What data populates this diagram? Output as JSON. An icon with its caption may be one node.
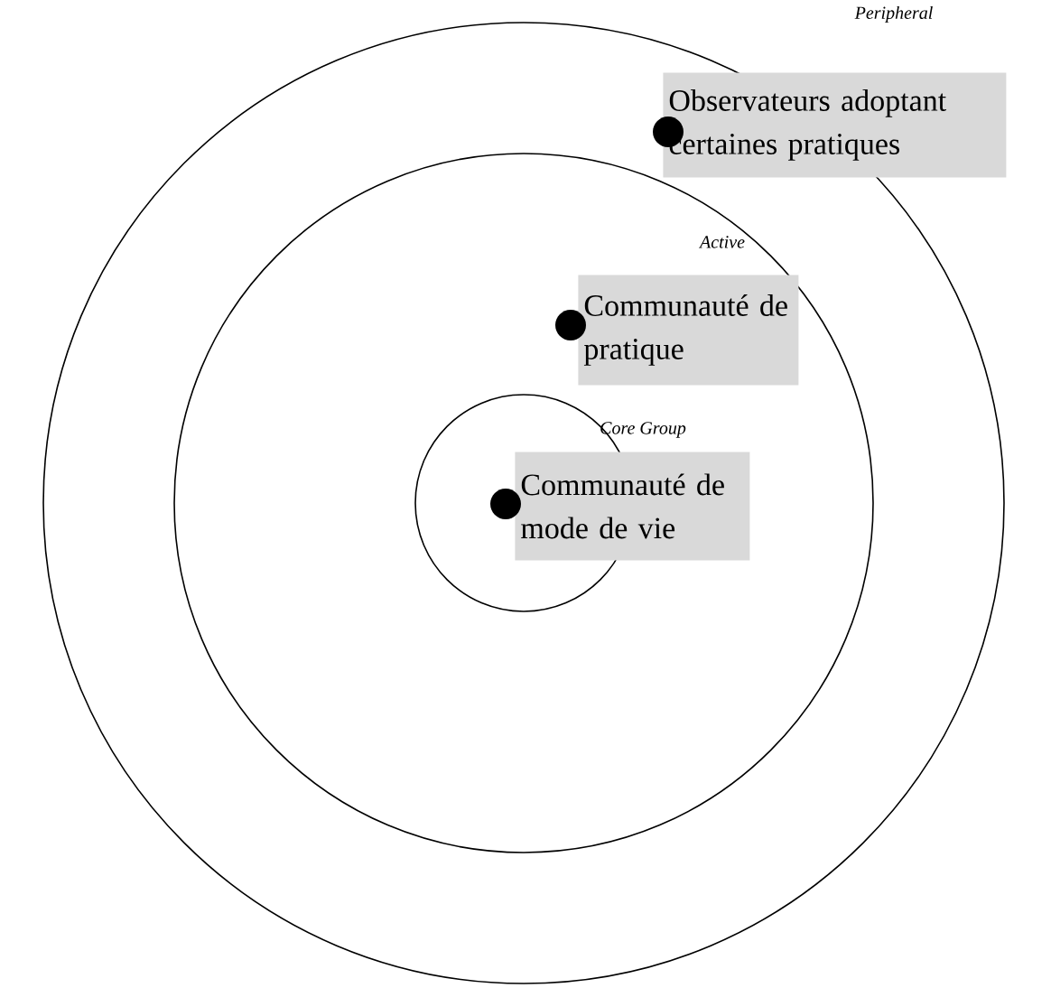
{
  "diagram": {
    "nodes": [
      {
        "text": [
          "Peripheral"
        ]
      },
      {
        "text": [
          "Active"
        ],
        "in": 0
      },
      {
        "text": [
          "Core Group"
        ],
        "in": 1
      },
      {
        "text": [
          "Observateurs adoptant certaines pratiques"
        ]
      },
      {
        "text": [
          "Communauté de pratique"
        ],
        "in": 1
      },
      {
        "text": [
          "Communauté de mode de vie"
        ],
        "in": 1
      }
    ]
  }
}
